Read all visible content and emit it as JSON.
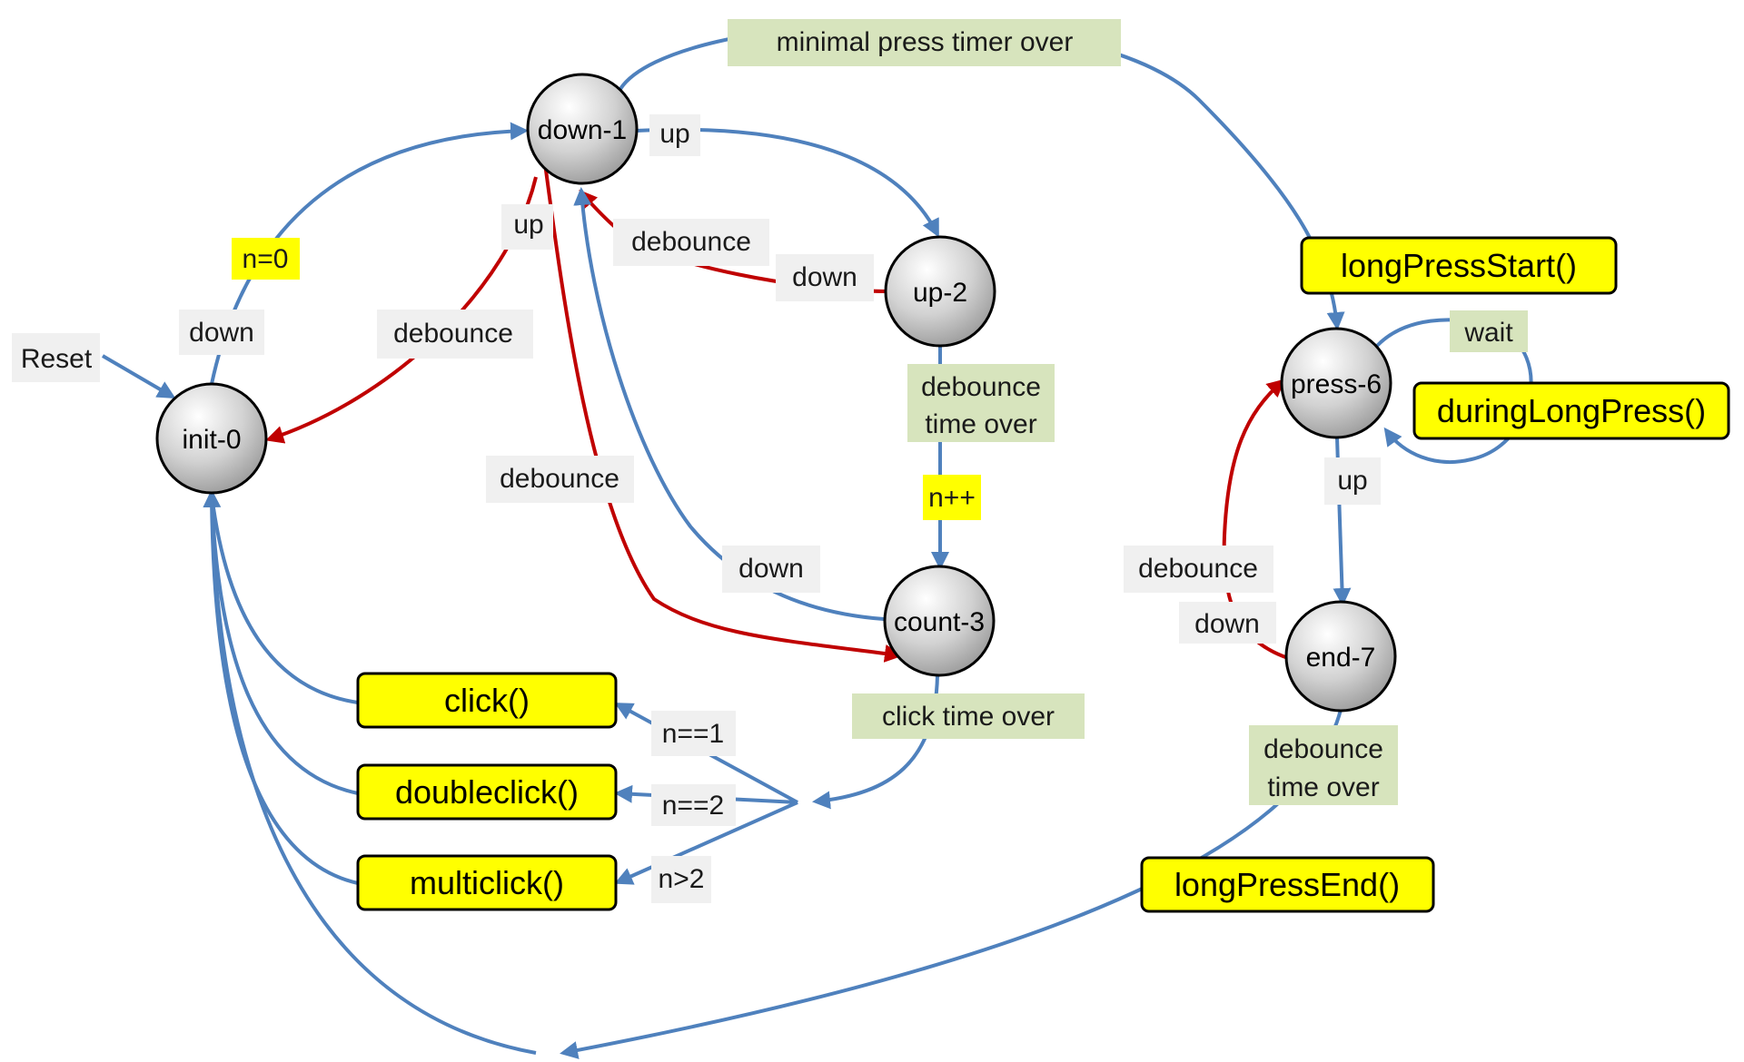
{
  "states": {
    "init": "init-0",
    "down": "down-1",
    "up": "up-2",
    "count": "count-3",
    "press": "press-6",
    "end": "end-7"
  },
  "functions": {
    "click": "click()",
    "doubleclick": "doubleclick()",
    "multiclick": "multiclick()",
    "long_press_start": "longPressStart()",
    "during_long_press": "duringLongPress()",
    "long_press_end": "longPressEnd()"
  },
  "labels": {
    "reset": "Reset",
    "down_init": "down",
    "n0": "n=0",
    "debounce_down_to_init": "debounce",
    "up_down1": "up",
    "up_down1_to_up2": "up",
    "debounce_near_up2": "debounce",
    "down_up2": "down",
    "debounce_to_count": "debounce",
    "down_count": "down",
    "minimal_press_timer": "minimal press timer over",
    "debounce_time_over_1_line1": "debounce",
    "debounce_time_over_1_line2": "time over",
    "n_inc": "n++",
    "click_time_over": "click time over",
    "n_eq_1": "n==1",
    "n_eq_2": "n==2",
    "n_gt_2": "n>2",
    "wait": "wait",
    "up_press": "up",
    "debounce_end": "debounce",
    "down_end": "down",
    "debounce_time_over_2_line1": "debounce",
    "debounce_time_over_2_line2": "time over"
  },
  "colors": {
    "edge_normal": "#4f81bd",
    "edge_debounce": "#c00000",
    "action_box": "#ffff00",
    "timer_label": "#d7e4bd",
    "event_label": "#f0f0f0"
  }
}
